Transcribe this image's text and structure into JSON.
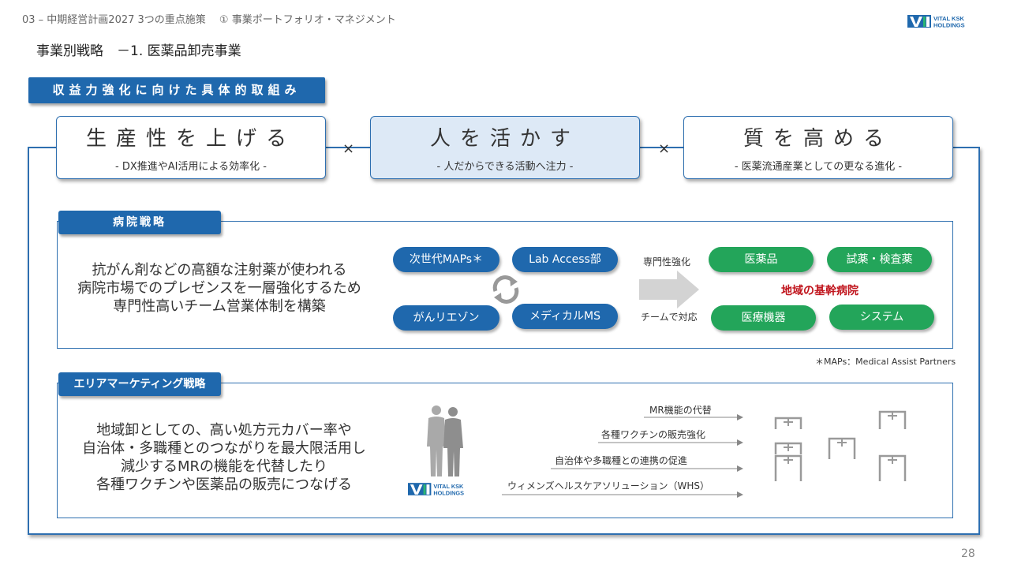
{
  "header": {
    "breadcrumb": "03 – 中期経営計画2027  3つの重点施策　 ① 事業ポートフォリオ・マネジメント",
    "logo_text": "VITAL KSK HOLDINGS",
    "page_title": "事業別戦略　－1. 医薬品卸売事業"
  },
  "section_title": "収益力強化に向けた具体的取組み",
  "pillars": [
    {
      "title": "生産性を上げる",
      "subtitle": "- DX推進やAI活用による効率化 -"
    },
    {
      "title": "人を活かす",
      "subtitle": "- 人だからできる活動へ注力 -"
    },
    {
      "title": "質を高める",
      "subtitle": "- 医薬流通産業としての更なる進化 -"
    }
  ],
  "times_symbol": "×",
  "hospital": {
    "tag": "病院戦略",
    "description": [
      "抗がん剤などの高額な注射薬が使われる",
      "病院市場でのプレゼンスを一層強化するため",
      "専門性高いチーム営業体制を構築"
    ],
    "teams": [
      "次世代MAPs＊",
      "Lab Access部",
      "がんリエゾン",
      "メディカルMS"
    ],
    "arrow_top": "専門性強化",
    "arrow_bottom": "チームで対応",
    "products": [
      "医薬品",
      "試薬・検査薬",
      "医療機器",
      "システム"
    ],
    "center_label": "地域の基幹病院",
    "footnote": "＊MAPs：Medical Assist Partners"
  },
  "area": {
    "tag": "エリアマーケティング戦略",
    "description": [
      "地域卸としての、高い処方元カバー率や",
      "自治体・多職種とのつながりを最大限活用し",
      "減少するMRの機能を代替したり",
      "各種ワクチンや医薬品の販売につなげる"
    ],
    "logo_text": "VITAL KSK HOLDINGS",
    "items": [
      "MR機能の代替",
      "各種ワクチンの販売強化",
      "自治体や多職種との連携の促進",
      "ウィメンズヘルスケアソリューション（WHS）"
    ]
  },
  "colors": {
    "primary": "#1f68ad",
    "green": "#23a55a",
    "red": "#c0141c",
    "light_blue": "#dde9f6"
  },
  "page_number": "28"
}
